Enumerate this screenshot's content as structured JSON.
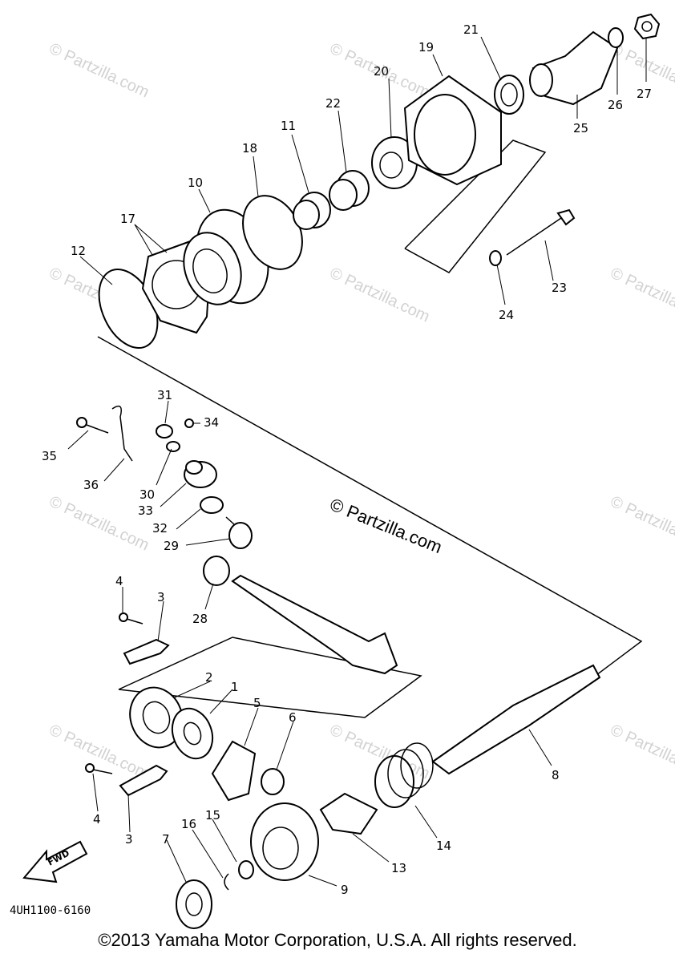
{
  "diagram_code": "4UH1100-6160",
  "copyright": "©2013  Yamaha Motor Corporation, U.S.A. All rights reserved.",
  "watermark_main": "© Partzilla.com",
  "watermark": "© Partzilla.com",
  "fwd_label": "FWD",
  "callouts": [
    "1",
    "2",
    "3",
    "3",
    "4",
    "4",
    "5",
    "6",
    "7",
    "8",
    "9",
    "10",
    "11",
    "12",
    "13",
    "14",
    "15",
    "16",
    "17",
    "18",
    "19",
    "20",
    "21",
    "22",
    "23",
    "24",
    "25",
    "26",
    "27",
    "28",
    "29",
    "30",
    "31",
    "32",
    "33",
    "34",
    "35",
    "36"
  ]
}
